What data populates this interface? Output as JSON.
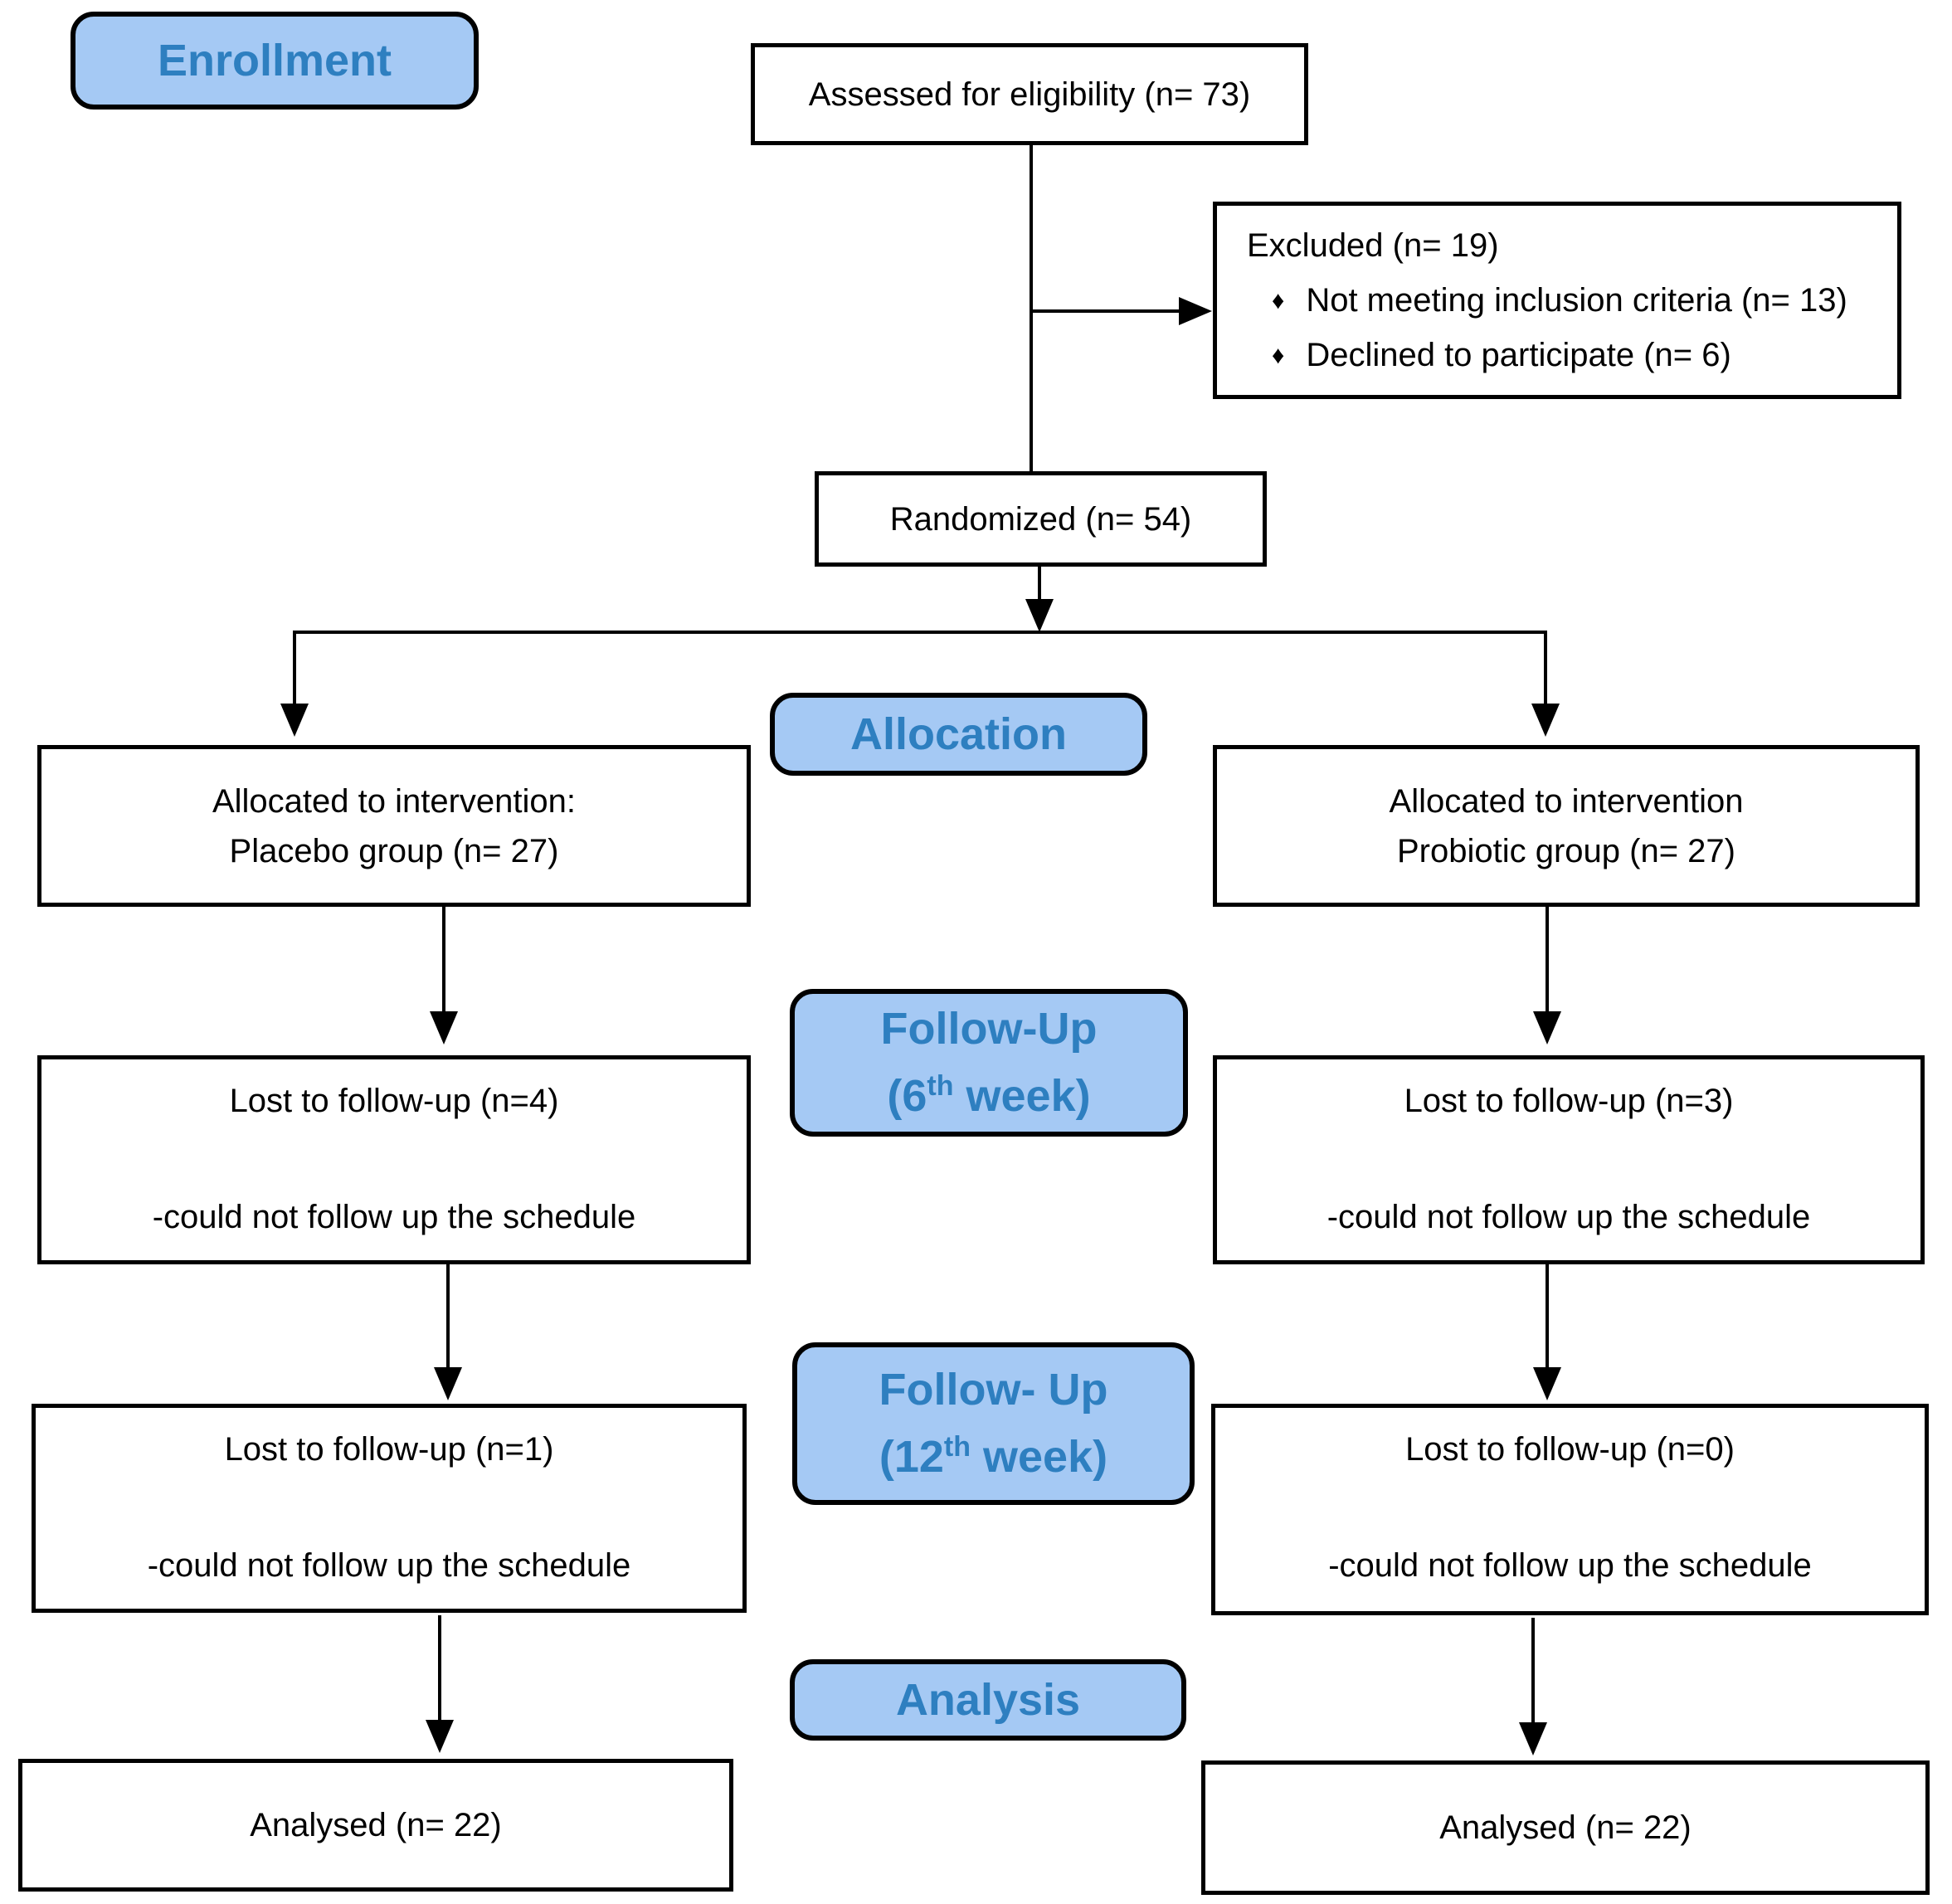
{
  "ui": {
    "bullet_icon": "♦"
  },
  "labels": {
    "enrollment": "Enrollment",
    "allocation": "Allocation",
    "followup6": {
      "line1": "Follow-Up",
      "pre": "(6",
      "sup": "th",
      "post": " week)"
    },
    "followup12": {
      "line1": "Follow- Up",
      "pre": "(12",
      "sup": "th",
      "post": " week)"
    },
    "analysis": "Analysis"
  },
  "boxes": {
    "assessed": "Assessed for eligibility (n= 73)",
    "excluded": {
      "title": "Excluded (n= 19)",
      "items": [
        "Not meeting inclusion criteria (n= 13)",
        "Declined to participate (n= 6)"
      ]
    },
    "randomized": "Randomized (n= 54)",
    "allocated_left": {
      "line1": "Allocated to intervention:",
      "line2": "Placebo group (n= 27)"
    },
    "allocated_right": {
      "line1": "Allocated to intervention",
      "line2": "Probiotic group (n= 27)"
    },
    "lost6_left": {
      "line1": "Lost to follow-up (n=4)",
      "line2": "-could not follow up the schedule"
    },
    "lost6_right": {
      "line1": "Lost to follow-up (n=3)",
      "line2": "-could not follow up the schedule"
    },
    "lost12_left": {
      "line1": "Lost to follow-up (n=1)",
      "line2": "-could not follow up the schedule"
    },
    "lost12_right": {
      "line1": "Lost to follow-up (n=0)",
      "line2": "-could not follow up the schedule"
    },
    "analysed_left": "Analysed (n= 22)",
    "analysed_right": "Analysed (n= 22)"
  },
  "colors": {
    "label_fill": "#A5C9F4",
    "label_text": "#2E7FC0",
    "border": "#000000",
    "box_fill": "#FFFFFF"
  }
}
